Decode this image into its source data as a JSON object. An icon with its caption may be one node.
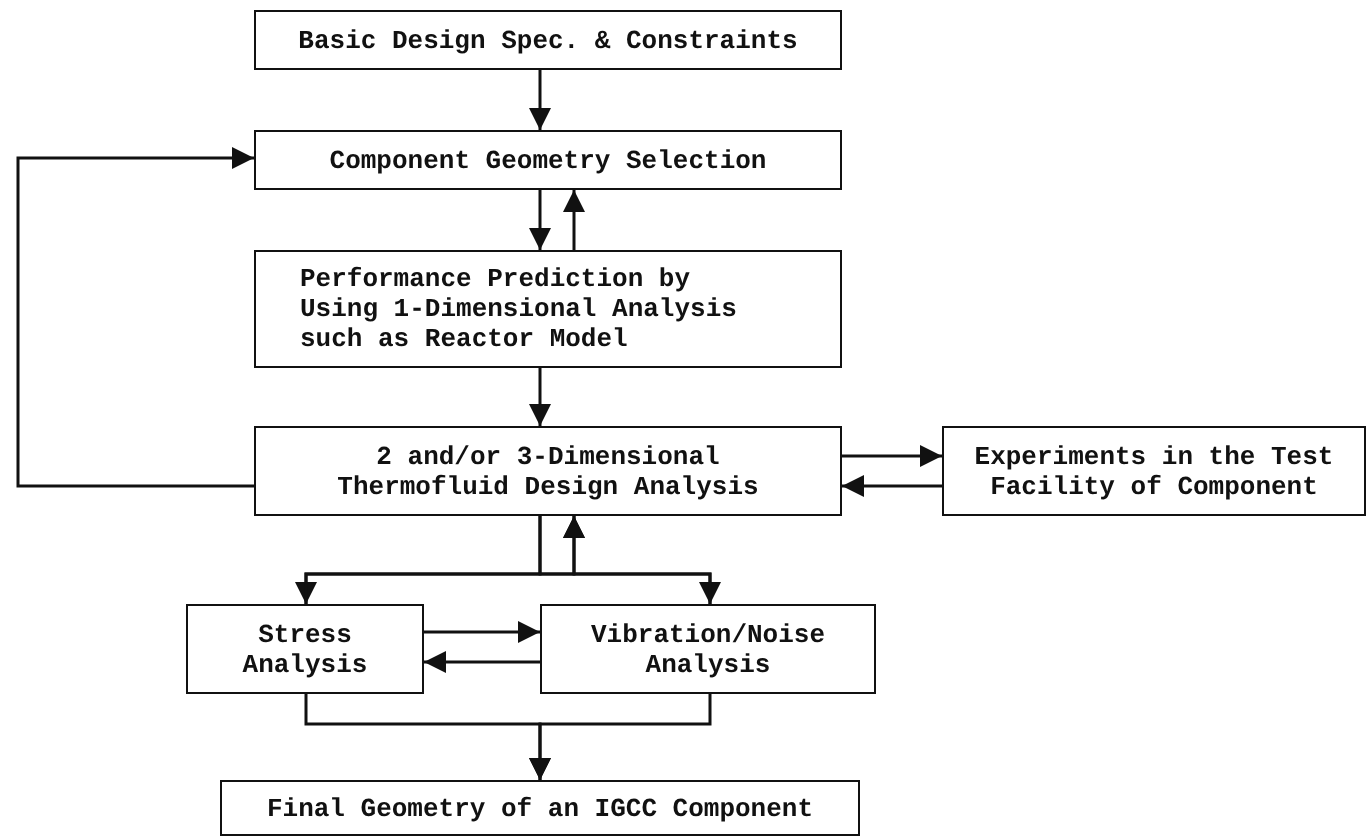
{
  "diagram": {
    "nodes": [
      {
        "text": [
          "Basic Design Spec. & Constraints"
        ]
      },
      {
        "text": [
          "Component Geometry Selection"
        ]
      },
      {
        "text": [
          "Performance Prediction by Using 1-Dimensional Analysis such as Reactor Model"
        ]
      },
      {
        "text": [
          "2 and/or 3-Dimensional Thermofluid Design Analysis"
        ]
      },
      {
        "text": [
          "Experiments in the Test Facility of Component"
        ]
      },
      {
        "text": [
          "Stress Analysis"
        ]
      },
      {
        "text": [
          "Vibration/Noise Analysis"
        ]
      },
      {
        "text": [
          "Final Geometry of an IGCC Component"
        ]
      }
    ],
    "edges": [
      {
        "from": 0,
        "to": 1,
        "arrow": "to"
      },
      {
        "from": 1,
        "to": 2,
        "arrow": "to"
      },
      {
        "from": 2,
        "to": 1,
        "arrow": "to"
      },
      {
        "from": 2,
        "to": 3,
        "arrow": "to"
      },
      {
        "from": 3,
        "to": 1,
        "arrow": "to"
      },
      {
        "from": 3,
        "to": 4,
        "arrow": "to"
      },
      {
        "from": 4,
        "to": 3,
        "arrow": "to"
      },
      {
        "from": 3,
        "to": 5,
        "arrow": "to"
      },
      {
        "from": 3,
        "to": 6,
        "arrow": "to"
      },
      {
        "from": 5,
        "to": 3,
        "arrow": "to"
      },
      {
        "from": 6,
        "to": 3,
        "arrow": "to"
      },
      {
        "from": 5,
        "to": 6,
        "arrow": "to"
      },
      {
        "from": 6,
        "to": 5,
        "arrow": "to"
      },
      {
        "from": 5,
        "to": 7,
        "arrow": "to"
      },
      {
        "from": 6,
        "to": 7,
        "arrow": "to"
      }
    ]
  }
}
